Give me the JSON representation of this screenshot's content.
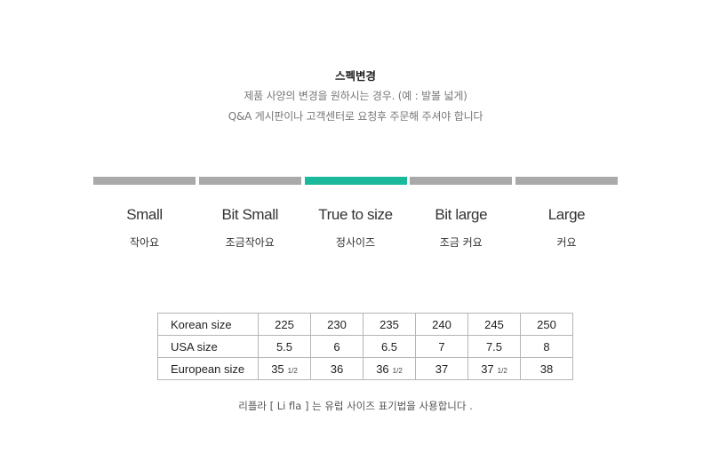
{
  "header": {
    "title": "스펙변경",
    "line1": "제품 사양의 변경을 원하시는 경우. (예 : 발볼 넓게)",
    "line2": "Q&A 게시판이나 고객센터로 요청후 주문해 주셔야 합니다"
  },
  "fit_scale": {
    "active_index": 2,
    "colors": {
      "inactive": "#a9a9a9",
      "active": "#1ab99c"
    },
    "items": [
      {
        "en": "Small",
        "ko": "작아요"
      },
      {
        "en": "Bit Small",
        "ko": "조금작아요"
      },
      {
        "en": "True to size",
        "ko": "정사이즈"
      },
      {
        "en": "Bit large",
        "ko": "조금 커요"
      },
      {
        "en": "Large",
        "ko": "커요"
      }
    ]
  },
  "size_table": {
    "rows": [
      {
        "label": "Korean size",
        "cells": [
          {
            "v": "225"
          },
          {
            "v": "230"
          },
          {
            "v": "235"
          },
          {
            "v": "240"
          },
          {
            "v": "245"
          },
          {
            "v": "250"
          }
        ]
      },
      {
        "label": "USA size",
        "cells": [
          {
            "v": "5.5"
          },
          {
            "v": "6"
          },
          {
            "v": "6.5"
          },
          {
            "v": "7"
          },
          {
            "v": "7.5"
          },
          {
            "v": "8"
          }
        ]
      },
      {
        "label": "European size",
        "cells": [
          {
            "v": "35",
            "frac": "1/2"
          },
          {
            "v": "36"
          },
          {
            "v": "36",
            "frac": "1/2"
          },
          {
            "v": "37"
          },
          {
            "v": "37",
            "frac": "1/2"
          },
          {
            "v": "38"
          }
        ]
      }
    ]
  },
  "footnote": "리플라 [ Li fla ] 는 유럽 사이즈 표기법을 사용합니다 ."
}
